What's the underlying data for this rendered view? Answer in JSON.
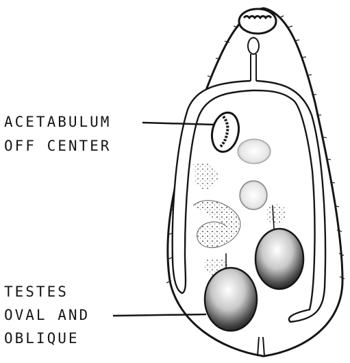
{
  "labels": {
    "acetabulum": {
      "line1": "ACETABULUM",
      "line2": "OFF CENTER"
    },
    "testes": {
      "line1": "TESTES",
      "line2": "OVAL AND",
      "line3": "OBLIQUE"
    }
  },
  "colors": {
    "ink": "#151515",
    "paper": "#ffffff",
    "shade": "#2a2a2a"
  }
}
